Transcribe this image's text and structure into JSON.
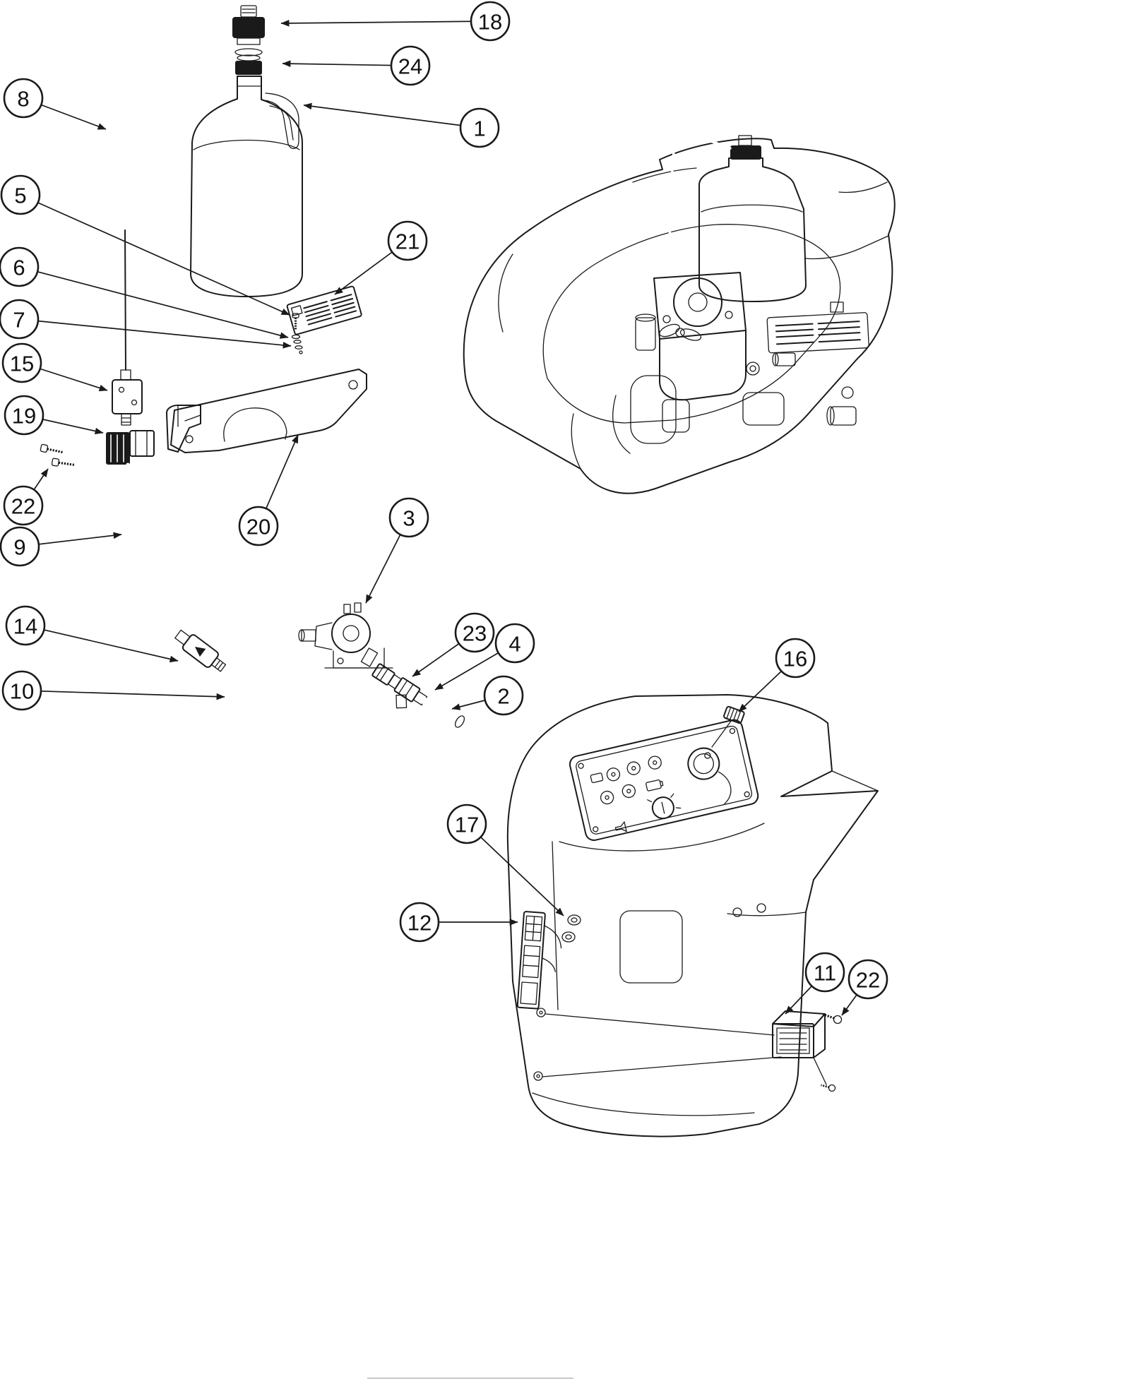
{
  "page": {
    "background": "#ffffff",
    "line_color": "#1a1a1a"
  },
  "diagram": {
    "type": "exploded-parts-diagram",
    "callouts": [
      {
        "label": "18"
      },
      {
        "label": "24"
      },
      {
        "label": "8"
      },
      {
        "label": "1"
      },
      {
        "label": "5"
      },
      {
        "label": "21"
      },
      {
        "label": "6"
      },
      {
        "label": "7"
      },
      {
        "label": "15"
      },
      {
        "label": "19"
      },
      {
        "label": "22"
      },
      {
        "label": "3"
      },
      {
        "label": "20"
      },
      {
        "label": "9"
      },
      {
        "label": "14"
      },
      {
        "label": "23"
      },
      {
        "label": "4"
      },
      {
        "label": "16"
      },
      {
        "label": "10"
      },
      {
        "label": "2"
      },
      {
        "label": "17"
      },
      {
        "label": "12"
      },
      {
        "label": "11"
      },
      {
        "label": "22"
      }
    ]
  }
}
